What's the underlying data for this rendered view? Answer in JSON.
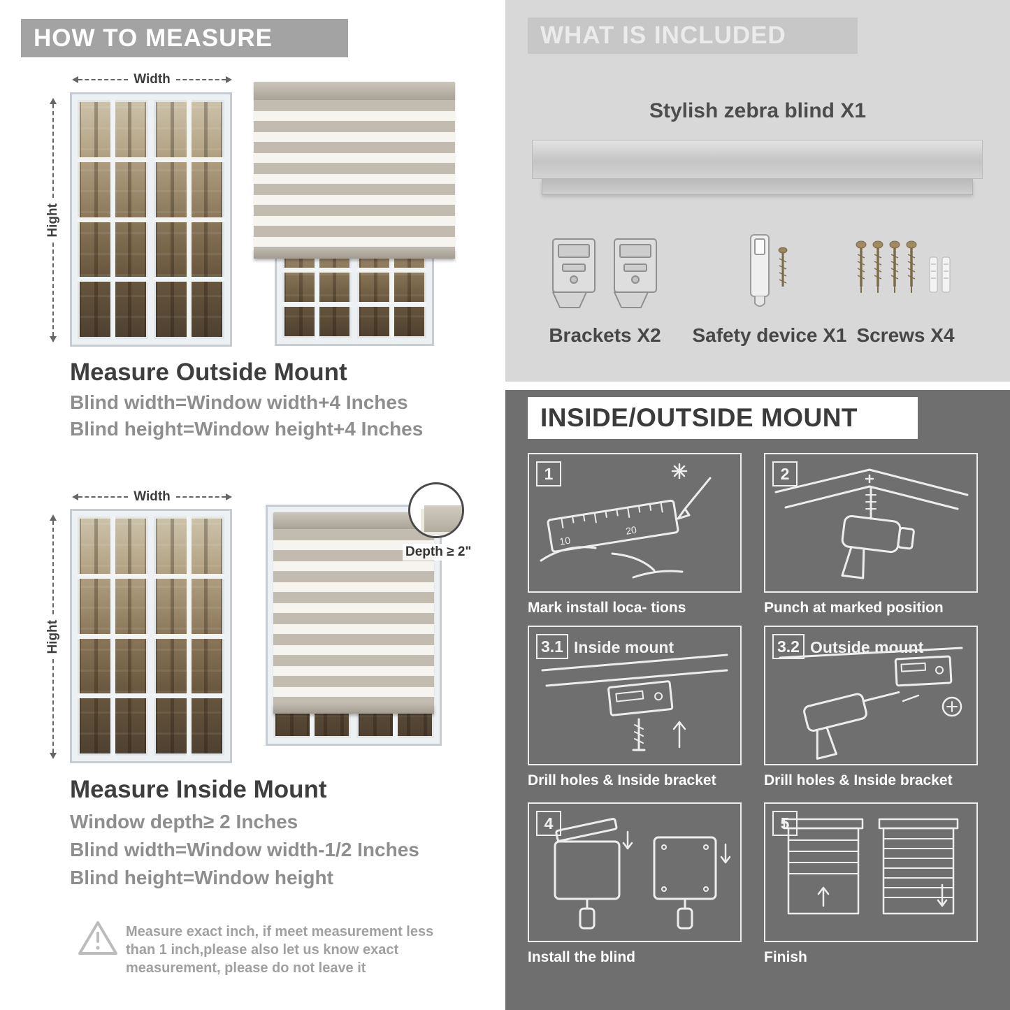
{
  "colors": {
    "header_bar": "#a3a3a3",
    "included_bg": "#d8d8d8",
    "included_band": "#c7c7c7",
    "mount_bg": "#6f6f6f",
    "heading_text": "#3e3e3e",
    "body_text": "#8e8e8e"
  },
  "measure": {
    "header": "HOW TO MEASURE",
    "labels": {
      "width": "Width",
      "height": "Hight"
    },
    "outside": {
      "title": "Measure Outside Mount",
      "lines": [
        "Blind width=Window width+4 Inches",
        "Blind height=Window height+4 Inches"
      ]
    },
    "inside": {
      "title": "Measure Inside Mount",
      "depth_note": "Depth ≥ 2\"",
      "lines": [
        "Window depth≥ 2 Inches",
        "Blind width=Window width-1/2 Inches",
        "Blind height=Window height"
      ]
    },
    "warning": "Measure exact inch, if meet measurement less than 1 inch,please also let us know exact measurement, please do not leave it"
  },
  "included": {
    "header": "WHAT IS INCLUDED",
    "product": "Stylish zebra blind X1",
    "items": [
      {
        "label": "Brackets X2"
      },
      {
        "label": "Safety device X1"
      },
      {
        "label": "Screws X4"
      }
    ]
  },
  "mount": {
    "header": "INSIDE/OUTSIDE MOUNT",
    "steps": [
      {
        "num": "1",
        "title": "",
        "caption": "Mark install loca- tions"
      },
      {
        "num": "2",
        "title": "",
        "caption": "Punch at marked position"
      },
      {
        "num": "3.1",
        "title": "Inside mount",
        "caption": "Drill holes & Inside bracket"
      },
      {
        "num": "3.2",
        "title": "Outside mount",
        "caption": "Drill holes & Inside bracket"
      },
      {
        "num": "4",
        "title": "",
        "caption": "Install the blind"
      },
      {
        "num": "5",
        "title": "",
        "caption": "Finish"
      }
    ]
  }
}
